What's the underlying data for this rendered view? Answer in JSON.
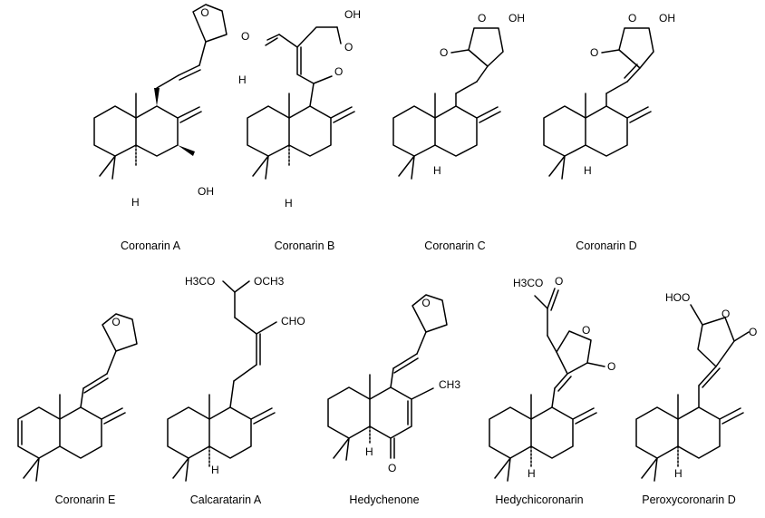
{
  "compounds": [
    {
      "name": "Coronarin A",
      "atoms": [
        "O",
        "OH",
        "H"
      ]
    },
    {
      "name": "Coronarin B",
      "atoms": [
        "OH",
        "O",
        "O",
        "H",
        "O",
        "H"
      ]
    },
    {
      "name": "Coronarin C",
      "atoms": [
        "O",
        "OH",
        "O",
        "H"
      ]
    },
    {
      "name": "Coronarin D",
      "atoms": [
        "O",
        "OH",
        "O",
        "H"
      ]
    },
    {
      "name": "Coronarin E",
      "atoms": [
        "O"
      ]
    },
    {
      "name": "Calcaratarin A",
      "atoms": [
        "H3CO",
        "OCH3",
        "CHO",
        "H"
      ]
    },
    {
      "name": "Hedychenone",
      "atoms": [
        "O",
        "CH3",
        "H",
        "O"
      ]
    },
    {
      "name": "Hedychicoronarin",
      "atoms": [
        "H3CO",
        "O",
        "O",
        "O",
        "H"
      ]
    },
    {
      "name": "Peroxycoronarin D",
      "atoms": [
        "HOO",
        "O",
        "O",
        "H"
      ]
    }
  ]
}
